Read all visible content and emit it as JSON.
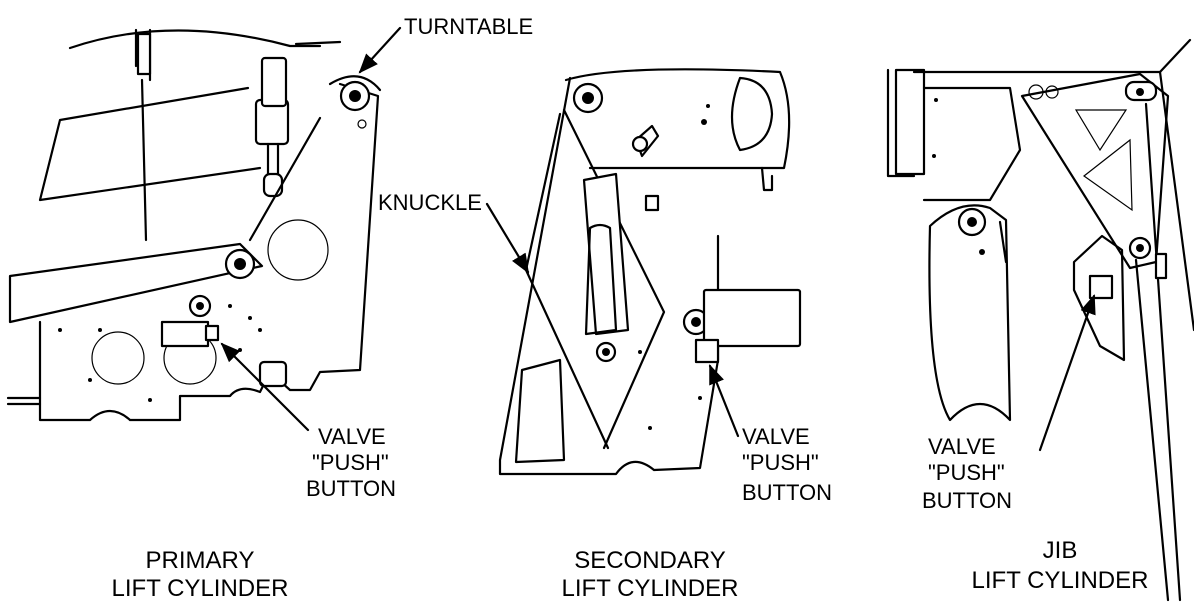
{
  "labels": {
    "turntable": "TURNTABLE",
    "knuckle": "KNUCKLE",
    "valve_push_button": [
      "VALVE",
      "\"PUSH\"",
      "BUTTON"
    ]
  },
  "panels": [
    {
      "id": "primary",
      "caption": [
        "PRIMARY",
        "LIFT CYLINDER"
      ]
    },
    {
      "id": "secondary",
      "caption": [
        "SECONDARY",
        "LIFT CYLINDER"
      ]
    },
    {
      "id": "jib",
      "caption": [
        "JIB",
        "LIFT CYLINDER"
      ]
    }
  ],
  "colors": {
    "line": "#000000",
    "background": "#ffffff"
  }
}
